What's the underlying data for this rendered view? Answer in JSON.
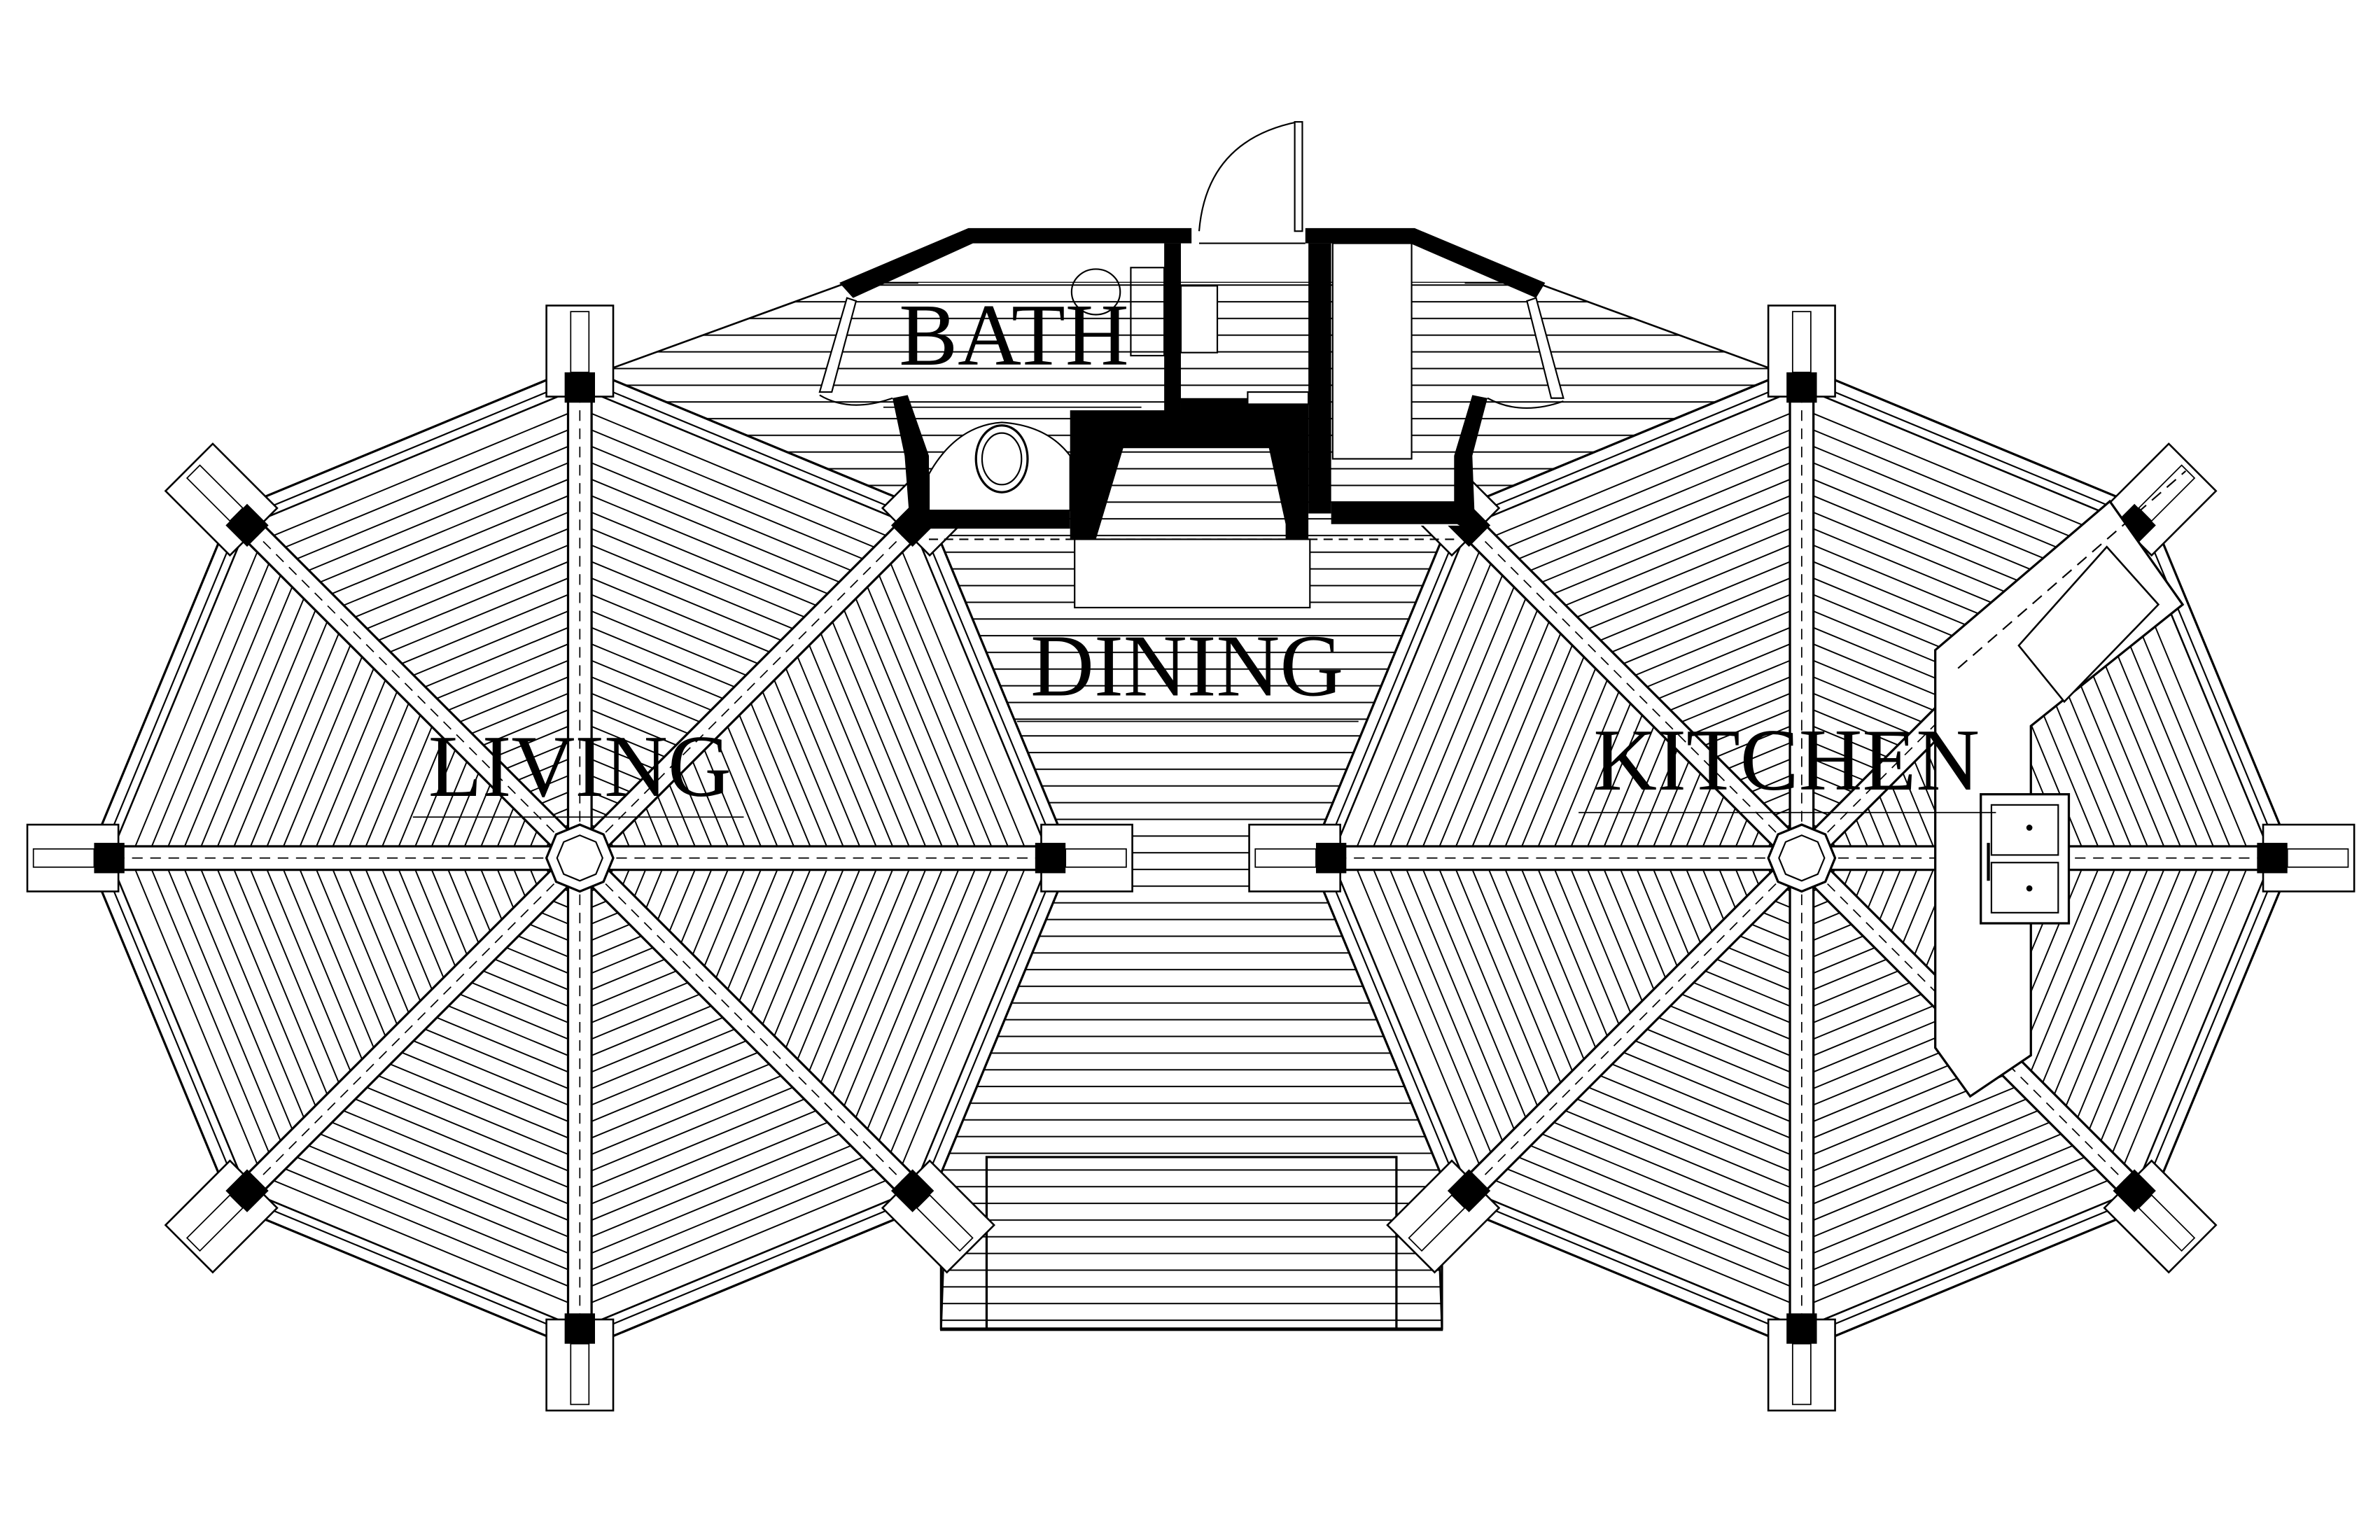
{
  "plan": {
    "rooms": {
      "bath": "BATH",
      "dining": "DINING",
      "living": "LIVING",
      "kitchen": "KITCHEN"
    },
    "colors": {
      "ink": "#000000",
      "paper": "#ffffff"
    }
  }
}
